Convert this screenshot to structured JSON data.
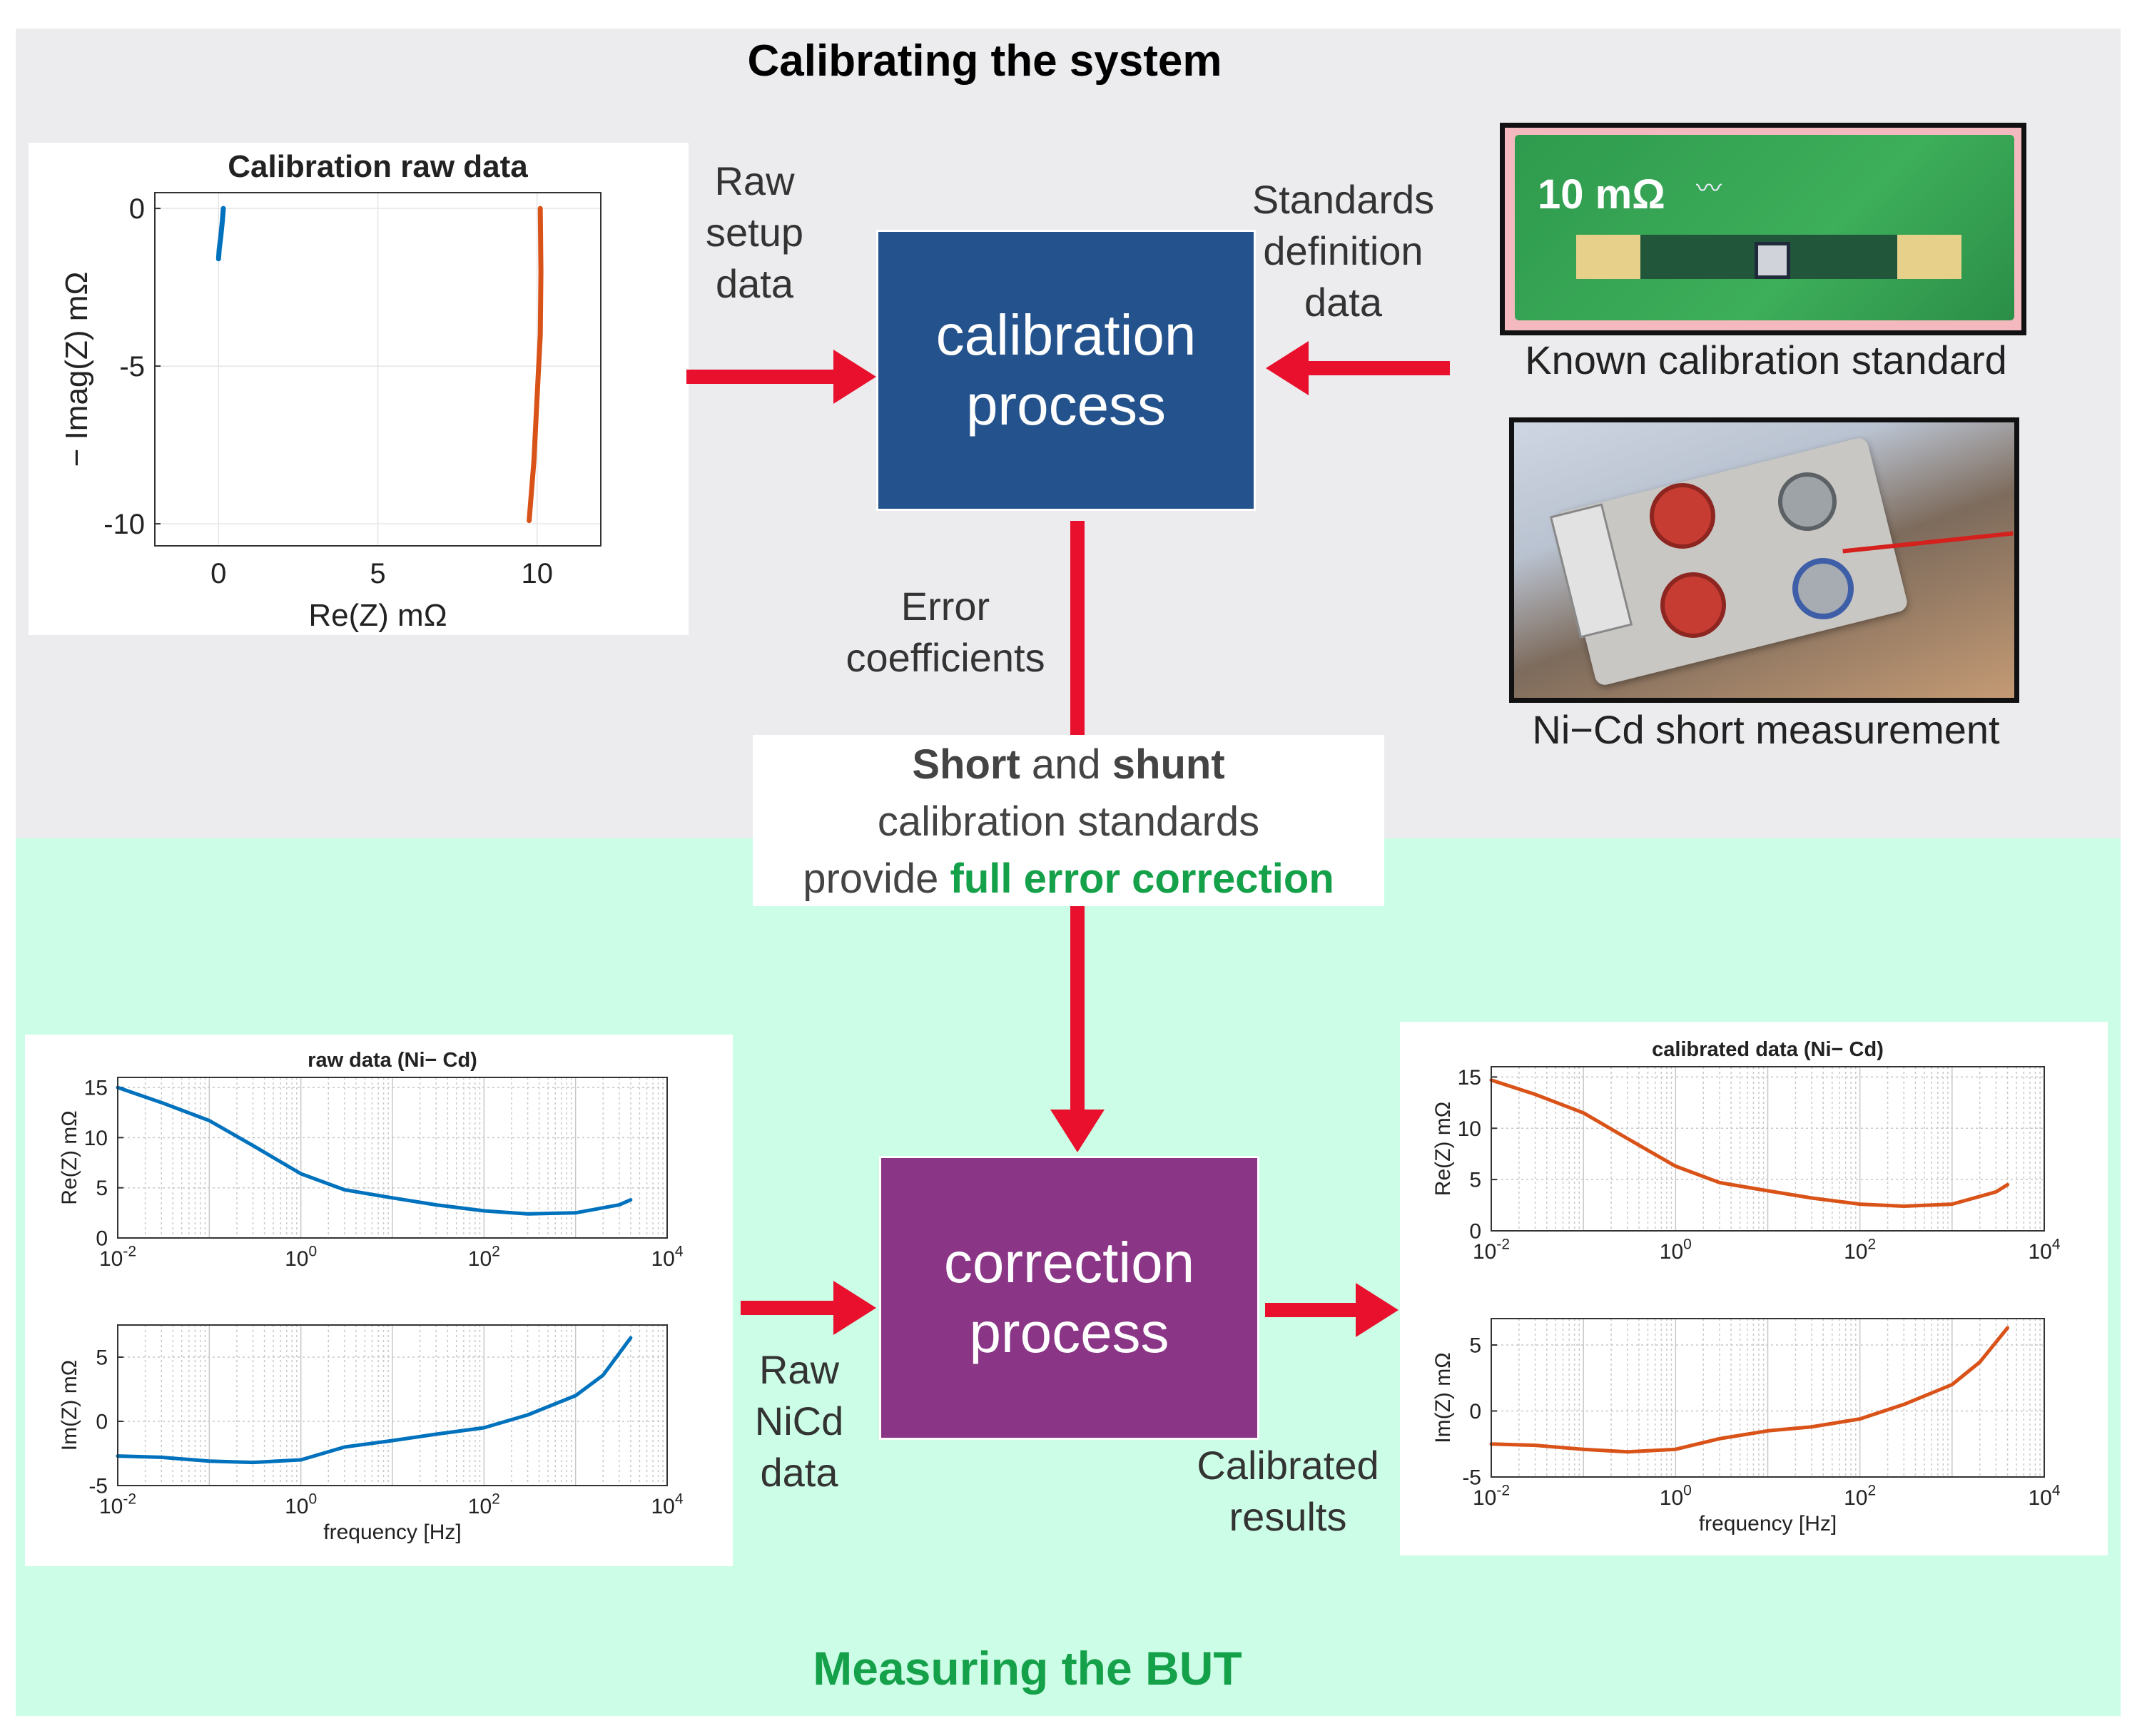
{
  "sections": {
    "top_title": "Calibrating the system",
    "bottom_title": "Measuring the BUT",
    "top_bg": "#ececee",
    "bottom_bg": "#ccfde6"
  },
  "boxes": {
    "calibration": {
      "line1": "calibration",
      "line2": "process",
      "color": "#23528c"
    },
    "correction": {
      "line1": "correction",
      "line2": "process",
      "color": "#8a3585"
    }
  },
  "labels": {
    "raw_setup": [
      "Raw",
      "setup",
      "data"
    ],
    "standards_def": [
      "Standards",
      "definition",
      "data"
    ],
    "error_coeff": [
      "Error",
      "coefficients"
    ],
    "raw_nicd": [
      "Raw",
      "NiCd",
      "data"
    ],
    "calibrated_results": [
      "Calibrated",
      "results"
    ]
  },
  "note": {
    "line1_bold": "Short",
    "line1_mid": " and ",
    "line1_bold2": "shunt",
    "line2": "calibration standards",
    "line3_pre": "provide ",
    "line3_green": "full error correction",
    "green": "#15a04a"
  },
  "photos": {
    "standard_caption": "Known calibration standard",
    "standard_value": "10 mΩ",
    "nicd_caption": "Ni−Cd short measurement"
  },
  "colors": {
    "arrow": "#e8102d",
    "blue": "#0072bd",
    "orange": "#d95319"
  },
  "chart_data": [
    {
      "type": "line",
      "title": "Calibration raw data",
      "xlabel": "Re(Z) mΩ",
      "ylabel": "− Imag(Z) mΩ",
      "xlim": [
        -2,
        12
      ],
      "ylim": [
        -10.7,
        0.5
      ],
      "xticks": [
        "0",
        "5",
        "10"
      ],
      "yticks": [
        "0",
        "-5",
        "-10"
      ],
      "grid": true,
      "series": [
        {
          "color": "#0072bd",
          "points": [
            [
              0.15,
              0
            ],
            [
              0.12,
              -0.4
            ],
            [
              0.07,
              -0.9
            ],
            [
              0.02,
              -1.3
            ],
            [
              0.0,
              -1.6
            ]
          ]
        },
        {
          "color": "#d95319",
          "points": [
            [
              10.1,
              0
            ],
            [
              10.12,
              -2
            ],
            [
              10.1,
              -4
            ],
            [
              10.0,
              -6
            ],
            [
              9.9,
              -8
            ],
            [
              9.75,
              -9.9
            ]
          ]
        }
      ]
    },
    {
      "type": "line",
      "title": "raw data (Ni− Cd)",
      "xlabel": "",
      "ylabel": "Re(Z) mΩ",
      "xscale": "log",
      "xlim": [
        0.01,
        10000
      ],
      "ylim": [
        0,
        16
      ],
      "xticks": [
        "10-2",
        "100",
        "102",
        "104"
      ],
      "yticks": [
        "0",
        "5",
        "10",
        "15"
      ],
      "grid": true,
      "series": [
        {
          "color": "#0072bd",
          "x": [
            0.01,
            0.03,
            0.1,
            0.3,
            1,
            3,
            10,
            30,
            100,
            300,
            1000,
            3000,
            4000
          ],
          "y": [
            15,
            13.5,
            11.7,
            9.2,
            6.4,
            4.8,
            4.0,
            3.3,
            2.7,
            2.4,
            2.5,
            3.3,
            3.8
          ]
        }
      ]
    },
    {
      "type": "line",
      "title": "",
      "xlabel": "frequency [Hz]",
      "ylabel": "Im(Z) mΩ",
      "xscale": "log",
      "xlim": [
        0.01,
        10000
      ],
      "ylim": [
        -5,
        7.5
      ],
      "xticks": [
        "10-2",
        "100",
        "102",
        "104"
      ],
      "yticks": [
        "-5",
        "0",
        "5"
      ],
      "grid": true,
      "series": [
        {
          "color": "#0072bd",
          "x": [
            0.01,
            0.03,
            0.1,
            0.3,
            1,
            3,
            10,
            30,
            100,
            300,
            1000,
            2000,
            4000
          ],
          "y": [
            -2.7,
            -2.8,
            -3.1,
            -3.2,
            -3.0,
            -2.0,
            -1.5,
            -1.0,
            -0.5,
            0.5,
            2.0,
            3.6,
            6.5
          ]
        }
      ]
    },
    {
      "type": "line",
      "title": "calibrated data (Ni− Cd)",
      "xlabel": "",
      "ylabel": "Re(Z) mΩ",
      "xscale": "log",
      "xlim": [
        0.01,
        10000
      ],
      "ylim": [
        0,
        16
      ],
      "xticks": [
        "10-2",
        "100",
        "102",
        "104"
      ],
      "yticks": [
        "0",
        "5",
        "10",
        "15"
      ],
      "grid": true,
      "series": [
        {
          "color": "#d95319",
          "x": [
            0.01,
            0.03,
            0.1,
            0.3,
            1,
            3,
            10,
            30,
            100,
            300,
            1000,
            3000,
            4000
          ],
          "y": [
            14.7,
            13.3,
            11.5,
            9.0,
            6.3,
            4.7,
            3.9,
            3.2,
            2.6,
            2.4,
            2.6,
            3.8,
            4.5
          ]
        }
      ]
    },
    {
      "type": "line",
      "title": "",
      "xlabel": "frequency [Hz]",
      "ylabel": "Im(Z) mΩ",
      "xscale": "log",
      "xlim": [
        0.01,
        10000
      ],
      "ylim": [
        -5,
        7
      ],
      "xticks": [
        "10-2",
        "100",
        "102",
        "104"
      ],
      "yticks": [
        "-5",
        "0",
        "5"
      ],
      "grid": true,
      "series": [
        {
          "color": "#d95319",
          "x": [
            0.01,
            0.03,
            0.1,
            0.3,
            1,
            3,
            10,
            30,
            100,
            300,
            1000,
            2000,
            4000
          ],
          "y": [
            -2.5,
            -2.6,
            -2.9,
            -3.1,
            -2.9,
            -2.1,
            -1.5,
            -1.2,
            -0.6,
            0.5,
            2.0,
            3.7,
            6.3
          ]
        }
      ]
    }
  ]
}
